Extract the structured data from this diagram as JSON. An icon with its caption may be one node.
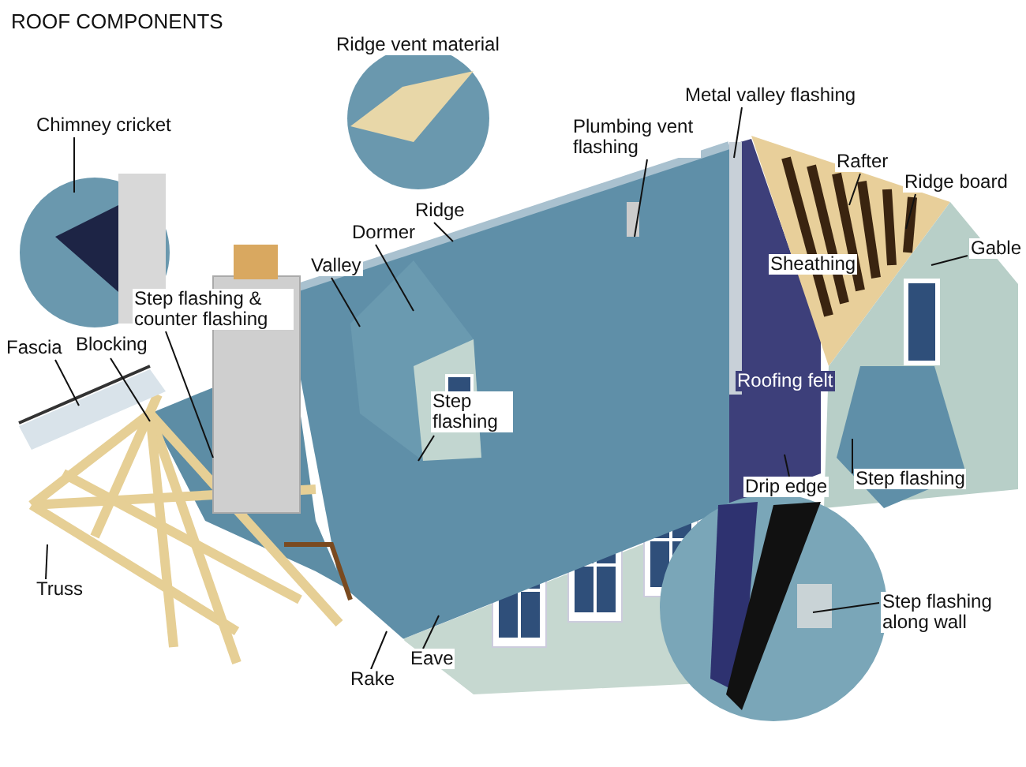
{
  "diagram": {
    "title": "ROOF COMPONENTS",
    "nodes": [
      {
        "text": [
          "Chimney cricket"
        ]
      },
      {
        "text": [
          "Metal valley flashing"
        ]
      },
      {
        "text": [
          "Plumbing vent flashing"
        ]
      },
      {
        "text": [
          "Rafter"
        ]
      },
      {
        "text": [
          "Ridge board"
        ]
      },
      {
        "text": [
          "Ridge"
        ]
      },
      {
        "text": [
          "Dormer"
        ]
      },
      {
        "text": [
          "Gable"
        ]
      },
      {
        "text": [
          "Valley"
        ]
      },
      {
        "text": [
          "Step flashing & counter flashing"
        ]
      },
      {
        "text": [
          "Fascia"
        ]
      },
      {
        "text": [
          "Blocking"
        ]
      },
      {
        "text": [
          "Step flashing"
        ]
      },
      {
        "text": [
          "Drip edge"
        ]
      },
      {
        "text": [
          "Step flashing"
        ]
      },
      {
        "text": [
          "Truss"
        ]
      },
      {
        "text": [
          "Step flashing along wall"
        ]
      },
      {
        "text": [
          "Rake"
        ]
      },
      {
        "text": [
          "Eave"
        ]
      },
      {
        "text": [
          "Ridge vent material"
        ]
      },
      {
        "text": [
          "Sheathing"
        ]
      },
      {
        "text": [
          "Roofing felt"
        ]
      }
    ],
    "edges": [
      {
        "from": 0,
        "to": null,
        "arrow": "none"
      },
      {
        "from": 1,
        "to": null,
        "arrow": "none"
      },
      {
        "from": 2,
        "to": null,
        "arrow": "none"
      },
      {
        "from": 3,
        "to": null,
        "arrow": "none"
      },
      {
        "from": 4,
        "to": null,
        "arrow": "none"
      },
      {
        "from": 5,
        "to": null,
        "arrow": "none"
      },
      {
        "from": 6,
        "to": null,
        "arrow": "none"
      },
      {
        "from": 7,
        "to": null,
        "arrow": "none"
      },
      {
        "from": 8,
        "to": null,
        "arrow": "none"
      },
      {
        "from": 9,
        "to": null,
        "arrow": "none"
      },
      {
        "from": 10,
        "to": null,
        "arrow": "none"
      },
      {
        "from": 11,
        "to": null,
        "arrow": "none"
      },
      {
        "from": 12,
        "to": null,
        "arrow": "none"
      },
      {
        "from": 13,
        "to": null,
        "arrow": "none"
      },
      {
        "from": 14,
        "to": null,
        "arrow": "none"
      },
      {
        "from": 15,
        "to": null,
        "arrow": "none"
      },
      {
        "from": 16,
        "to": null,
        "arrow": "none"
      },
      {
        "from": 17,
        "to": null,
        "arrow": "none"
      },
      {
        "from": 18,
        "to": null,
        "arrow": "none"
      }
    ]
  }
}
